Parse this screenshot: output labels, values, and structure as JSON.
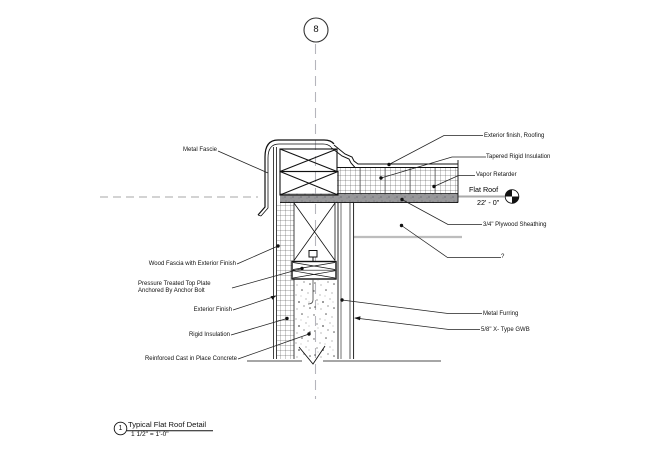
{
  "drawing": {
    "grid_bubble": {
      "number": "8"
    },
    "level_marker": {
      "name": "Flat Roof",
      "elevation": "22' - 0\""
    },
    "labels": {
      "metal_fascie": "Metal Fascie",
      "wood_fascia": "Wood Fascia with Exterior Finish",
      "pressure_treated_line1": "Pressure Treated Top Plate",
      "pressure_treated_line2": "Anchored By Anchor Bolt",
      "exterior_finish": "Exterior Finish",
      "rigid_insulation": "Rigid Insulation",
      "reinforced_concrete": "Reinforced Cast in Place Concrete",
      "exterior_finish_roofing": "Exterior finish, Roofing",
      "tapered_rigid_insulation": "Tapered Rigid Insulation",
      "vapor_retarder": "Vapor Retarder",
      "plywood_sheathing": "3/4\" Plywood Sheathing",
      "unknown": "?",
      "metal_furring": "Metal Furring",
      "gwb": "5/8\" X- Type GWB"
    },
    "title_block": {
      "detail_number": "1",
      "title": "Typical Flat Roof Detail",
      "scale": "1 1/2\" = 1'-0\""
    },
    "colors": {
      "line": "#1a1a1a",
      "sheathing_gray": "#98989a",
      "light_gray": "#b9b9b9"
    }
  }
}
